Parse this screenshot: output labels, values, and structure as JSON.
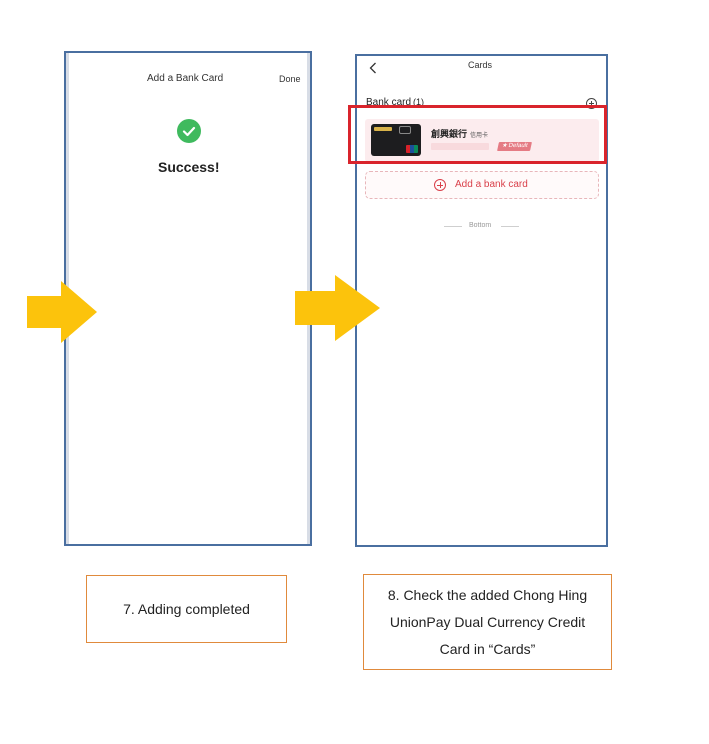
{
  "screen1": {
    "title": "Add a Bank Card",
    "done_label": "Done",
    "success_text": "Success!"
  },
  "screen2": {
    "title": "Cards",
    "section_label": "Bank card",
    "card_count": "(1)",
    "card": {
      "bank_name": "創興銀行",
      "card_type": "信用卡",
      "default_badge": "Default"
    },
    "add_card_label": "Add a bank card",
    "bottom_label": "Bottom"
  },
  "captions": {
    "step7": "7. Adding completed",
    "step8": "8. Check the added Chong Hing UnionPay Dual Currency Credit Card in “Cards”"
  },
  "colors": {
    "arrow": "#fcc30c",
    "highlight": "#d9242c",
    "caption_border": "#e08a3c",
    "success": "#3fba5e",
    "accent_red": "#d9404a"
  }
}
